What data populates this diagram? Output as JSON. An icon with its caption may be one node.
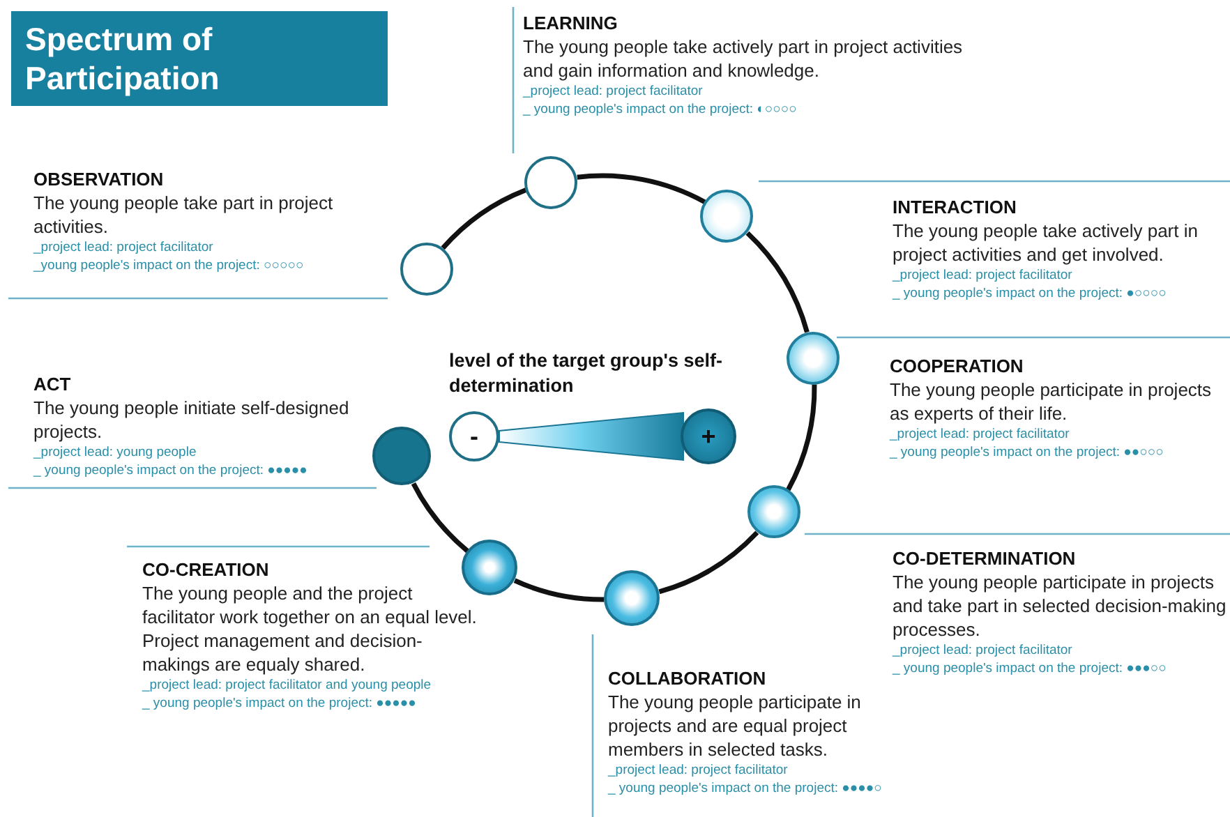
{
  "diagram": {
    "title": "Spectrum of Participation",
    "nodes": [
      {
        "text": [],
        "shape": "circle",
        "beside": [
          "OBSERVATION",
          "The young people take part in project activities.",
          "_project lead: project facilitator",
          "_young people's impact on the project: ○○○○○"
        ]
      },
      {
        "text": [],
        "shape": "circle",
        "beside": [
          "LEARNING",
          "The young people take actively part in project activities and gain information and knowledge.",
          "_project lead: project facilitator",
          "_ young people's impact on the project: ◐○○○○"
        ]
      },
      {
        "text": [],
        "shape": "circle",
        "beside": [
          "INTERACTION",
          "The young people take actively part in project activities and get involved.",
          "_project lead: project facilitator",
          "_ young people's impact on the project: ●○○○○"
        ]
      },
      {
        "text": [],
        "shape": "circle",
        "beside": [
          "COOPERATION",
          "The young people participate in projects as experts of their life.",
          "_project lead: project facilitator",
          "_ young people's impact on the project: ●●○○○"
        ]
      },
      {
        "text": [],
        "shape": "circle",
        "beside": [
          "CO-DETERMINATION",
          "The young people participate in projects and take part in selected decision-making processes.",
          "_project lead: project facilitator",
          "_ young people's impact on the project: ●●●○○"
        ]
      },
      {
        "text": [],
        "shape": "circle",
        "beside": [
          "COLLABORATION",
          "The young people participate in projects and are equal project members in selected tasks.",
          "_project lead: project facilitator",
          "_ young people's impact on the project: ●●●●○"
        ]
      },
      {
        "text": [],
        "shape": "circle",
        "beside": [
          "CO-CREATION",
          "The young people and the project facilitator work together on an equal level. Project management and decision-makings are equaly shared.",
          "_project lead: project facilitator and young people",
          "_ young people's impact on the project: ●●●●●"
        ]
      },
      {
        "text": [],
        "shape": "circle",
        "beside": [
          "ACT",
          "The young people initiate self-designed projects.",
          "_project lead: young people",
          "_ young people's impact on the project: ●●●●●"
        ]
      },
      {
        "text": [
          "-"
        ]
      },
      {
        "text": [
          "+"
        ]
      }
    ],
    "edges": [
      {
        "from": 0,
        "to": 1,
        "arrow": "none"
      },
      {
        "from": 1,
        "to": 2,
        "arrow": "none"
      },
      {
        "from": 2,
        "to": 3,
        "arrow": "none"
      },
      {
        "from": 3,
        "to": 4,
        "arrow": "none"
      },
      {
        "from": 4,
        "to": 5,
        "arrow": "none"
      },
      {
        "from": 5,
        "to": 6,
        "arrow": "none"
      },
      {
        "from": 6,
        "to": 7,
        "arrow": "none"
      },
      {
        "from": 8,
        "to": 9,
        "arrow": "none",
        "style": "thick"
      }
    ],
    "labels": [
      "level of the target group's self-determination"
    ]
  }
}
